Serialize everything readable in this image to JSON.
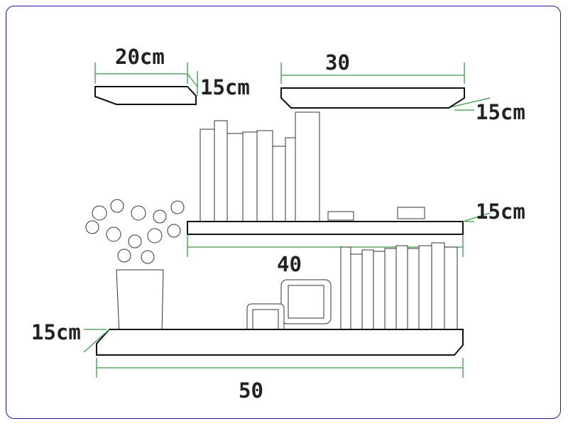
{
  "colors": {
    "border": "#1a1aa0",
    "dimension_line": "#3a9a4a",
    "ink": "#222222"
  },
  "shelves": [
    {
      "name": "small-top-shelf",
      "width_label": "20cm",
      "depth_label": "15cm"
    },
    {
      "name": "medium-top-shelf",
      "width_label": "30",
      "depth_label": "15cm"
    },
    {
      "name": "middle-shelf",
      "width_label": "40",
      "depth_label": "15cm"
    },
    {
      "name": "bottom-shelf",
      "width_label": "50",
      "depth_label": "15cm"
    }
  ]
}
